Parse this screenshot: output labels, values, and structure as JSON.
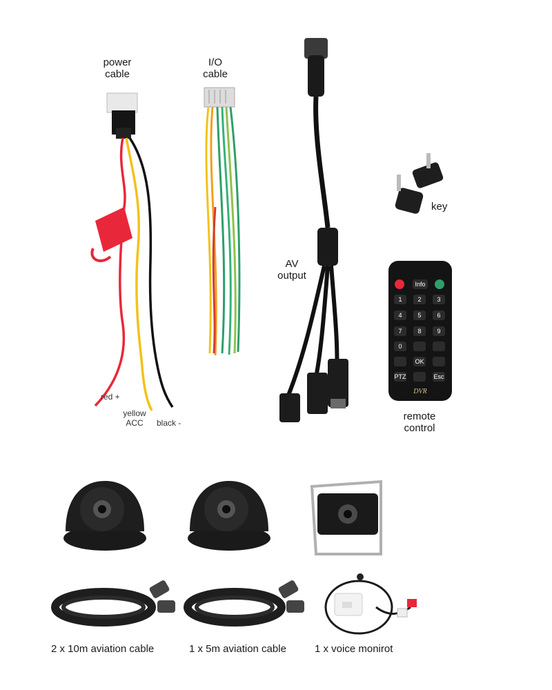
{
  "labels": {
    "power_cable": "power\ncable",
    "io_cable": "I/O\ncable",
    "av_output": "AV\noutput",
    "key": "key",
    "remote_control": "remote\ncontrol",
    "red": "red +",
    "yellow": "yellow\nACC",
    "black": "black -"
  },
  "captions": {
    "aviation_10m": "2 x 10m aviation cable",
    "aviation_5m": "1 x 5m aviation cable",
    "voice_monitor": "1 x voice monirot"
  },
  "remote": {
    "brand": "DVR",
    "keys": [
      "Info",
      "1",
      "2",
      "3",
      "4",
      "5",
      "6",
      "7",
      "8",
      "9",
      "0",
      "OK",
      "PTZ",
      "Esc"
    ]
  },
  "colors": {
    "red": "#e8283a",
    "yellow": "#f3c21a",
    "black": "#111111",
    "green": "#2e9e6a"
  }
}
